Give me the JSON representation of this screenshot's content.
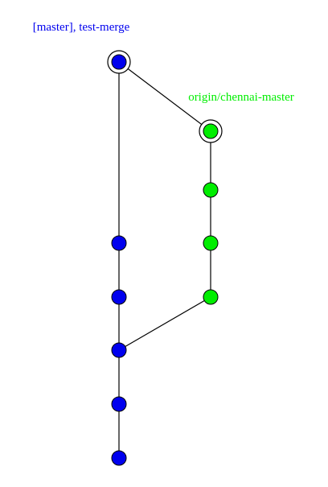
{
  "colors": {
    "master_branch": "#0000ee",
    "chennai_branch": "#00ee00",
    "edge": "#000000",
    "background": "#ffffff"
  },
  "labels": {
    "master_ref": "[master], test-merge",
    "chennai_ref": "origin/chennai-master"
  },
  "commits": {
    "master": [
      {
        "id": "m1",
        "head": true
      },
      {
        "id": "m2",
        "head": false
      },
      {
        "id": "m3",
        "head": false
      },
      {
        "id": "m4",
        "head": false,
        "merge_base": true
      },
      {
        "id": "m5",
        "head": false
      },
      {
        "id": "m6",
        "head": false
      }
    ],
    "chennai": [
      {
        "id": "c1",
        "head": true
      },
      {
        "id": "c2",
        "head": false
      },
      {
        "id": "c3",
        "head": false
      },
      {
        "id": "c4",
        "head": false
      }
    ]
  }
}
